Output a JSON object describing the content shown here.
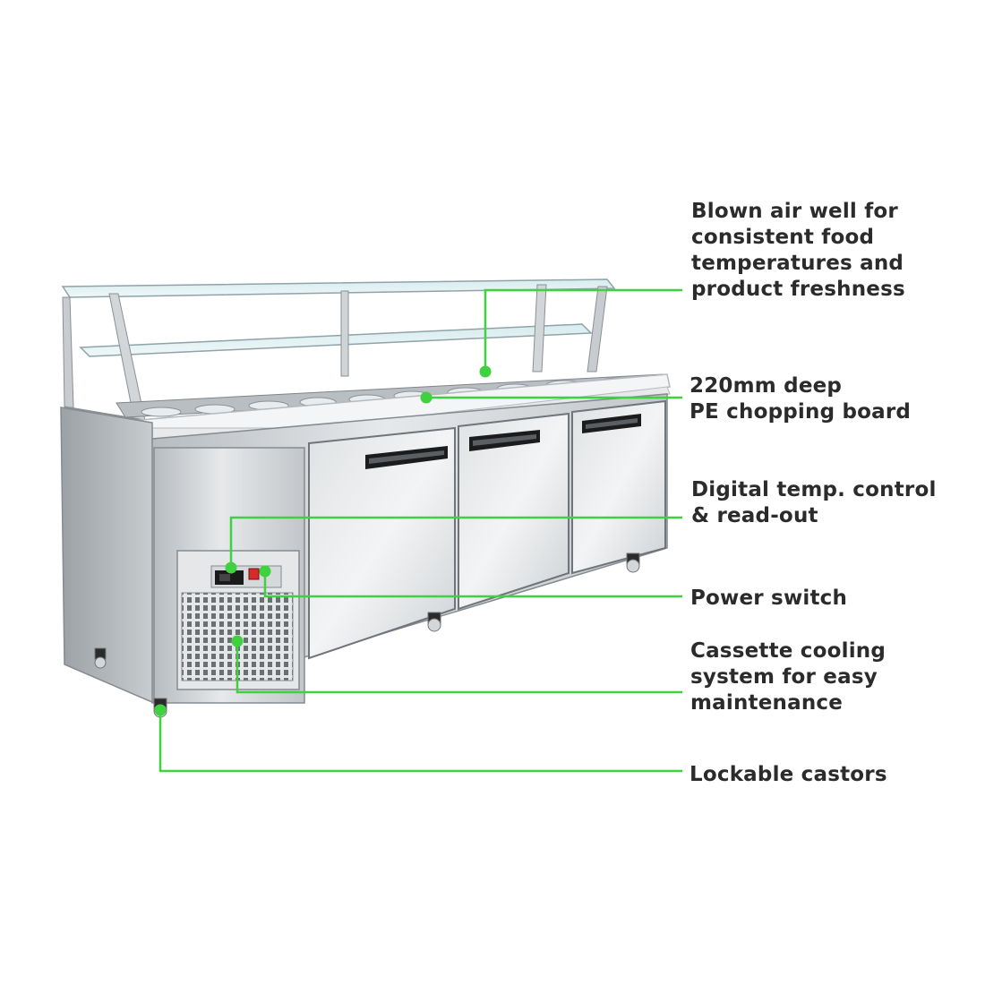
{
  "accent_color": "#3fd13f",
  "callouts": {
    "blown_air_well": [
      "Blown air well for",
      "consistent food",
      "temperatures and",
      "product freshness"
    ],
    "chopping_board": [
      "220mm deep",
      "PE chopping board"
    ],
    "temp_control": [
      "Digital temp. control",
      "& read-out"
    ],
    "power_switch": [
      "Power switch"
    ],
    "cooling_system": [
      "Cassette cooling",
      "system for easy",
      "maintenance"
    ],
    "castors": [
      "Lockable castors"
    ]
  },
  "icons": [
    "callout-dot-icon"
  ]
}
